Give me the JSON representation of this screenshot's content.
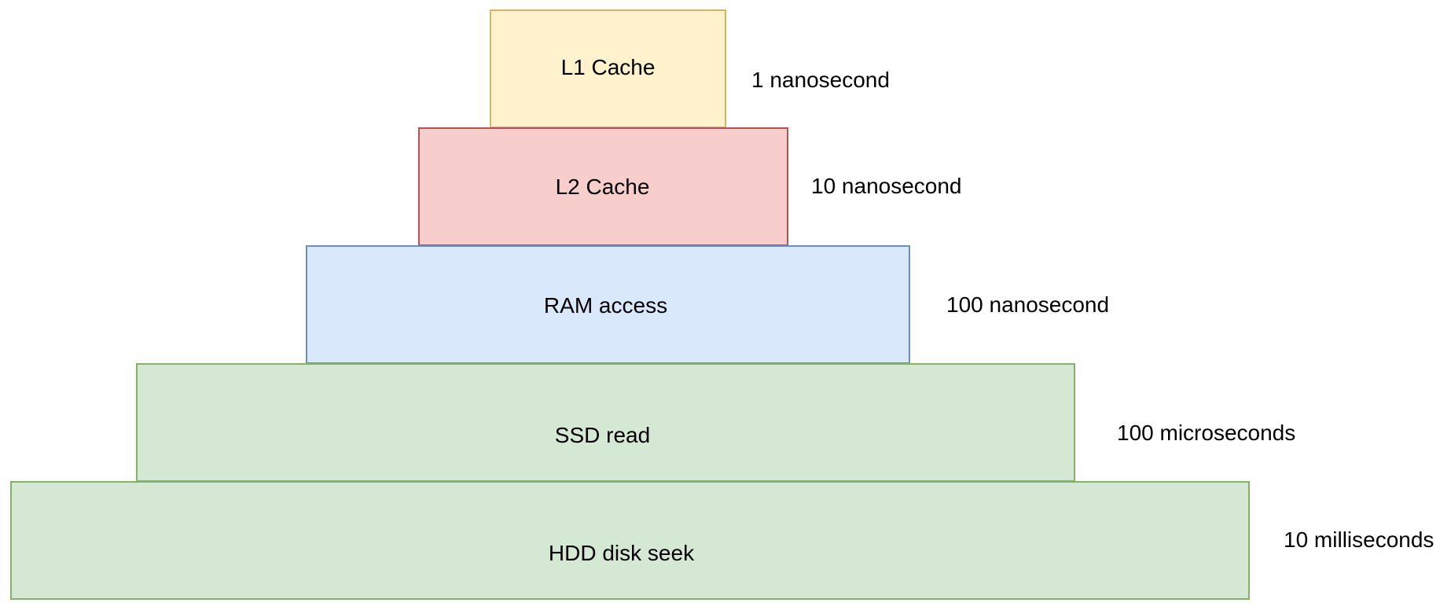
{
  "tiers": [
    {
      "label": "L1 Cache",
      "latency": "1 nanosecond",
      "fill": "#fff2cc",
      "stroke": "#d6b656"
    },
    {
      "label": "L2 Cache",
      "latency": "10 nanosecond",
      "fill": "#f8cecc",
      "stroke": "#b85450"
    },
    {
      "label": "RAM access",
      "latency": "100 nanosecond",
      "fill": "#dae8fc",
      "stroke": "#6c8ebf"
    },
    {
      "label": "SSD read",
      "latency": "100 microseconds",
      "fill": "#d5e8d4",
      "stroke": "#82b366"
    },
    {
      "label": "HDD disk seek",
      "latency": "10 milliseconds",
      "fill": "#d5e8d4",
      "stroke": "#82b366"
    }
  ]
}
